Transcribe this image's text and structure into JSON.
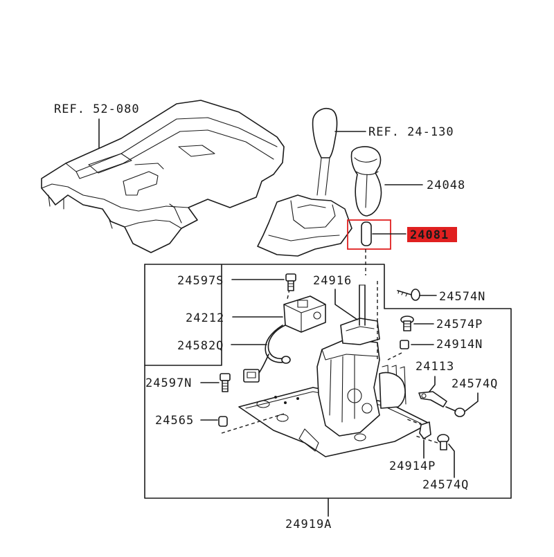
{
  "diagram": {
    "refs": {
      "console_ref": "REF. 52-080",
      "shifter_ref": "REF. 24-130"
    },
    "labels": {
      "knob": "24048",
      "pin_highlighted": "24081",
      "bolt_top_left": "24597S",
      "rod": "24916",
      "screw_top_right": "24574N",
      "switch": "24212",
      "bolt_right_1": "24574P",
      "nut_right_1": "24914N",
      "harness": "24582Q",
      "bracket": "24113",
      "bolt_left_mid": "24597N",
      "screw_right_mid": "24574Q",
      "bush": "24565",
      "nut_right_2": "24914P",
      "screw_right_low": "24574Q",
      "assembly": "24919A"
    },
    "highlight_color": "#e02020"
  }
}
